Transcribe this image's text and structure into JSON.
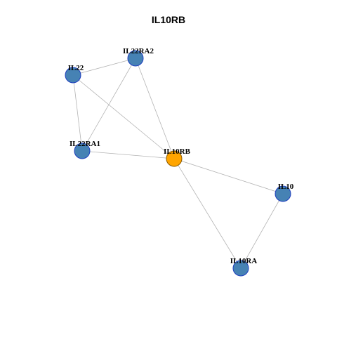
{
  "title": "IL10RB",
  "colors": {
    "node_fill": "#4682b4",
    "node_stroke": "#1f3fbf",
    "focus_fill": "#ffa500",
    "focus_stroke": "#8b5a00",
    "edge": "#b3b3b3"
  },
  "network": {
    "nodes": [
      {
        "id": "IL22RA2",
        "label": "IL22RA2",
        "focus": false
      },
      {
        "id": "IL22",
        "label": "IL22",
        "focus": false
      },
      {
        "id": "IL22RA1",
        "label": "IL22RA1",
        "focus": false
      },
      {
        "id": "IL10RB",
        "label": "IL10RB",
        "focus": true
      },
      {
        "id": "IL10",
        "label": "IL10",
        "focus": false
      },
      {
        "id": "IL10RA",
        "label": "IL10RA",
        "focus": false
      }
    ],
    "edges": [
      [
        "IL22",
        "IL22RA2"
      ],
      [
        "IL22",
        "IL22RA1"
      ],
      [
        "IL22",
        "IL10RB"
      ],
      [
        "IL22RA2",
        "IL22RA1"
      ],
      [
        "IL22RA2",
        "IL10RB"
      ],
      [
        "IL22RA1",
        "IL10RB"
      ],
      [
        "IL10RB",
        "IL10"
      ],
      [
        "IL10RB",
        "IL10RA"
      ],
      [
        "IL10",
        "IL10RA"
      ]
    ]
  }
}
